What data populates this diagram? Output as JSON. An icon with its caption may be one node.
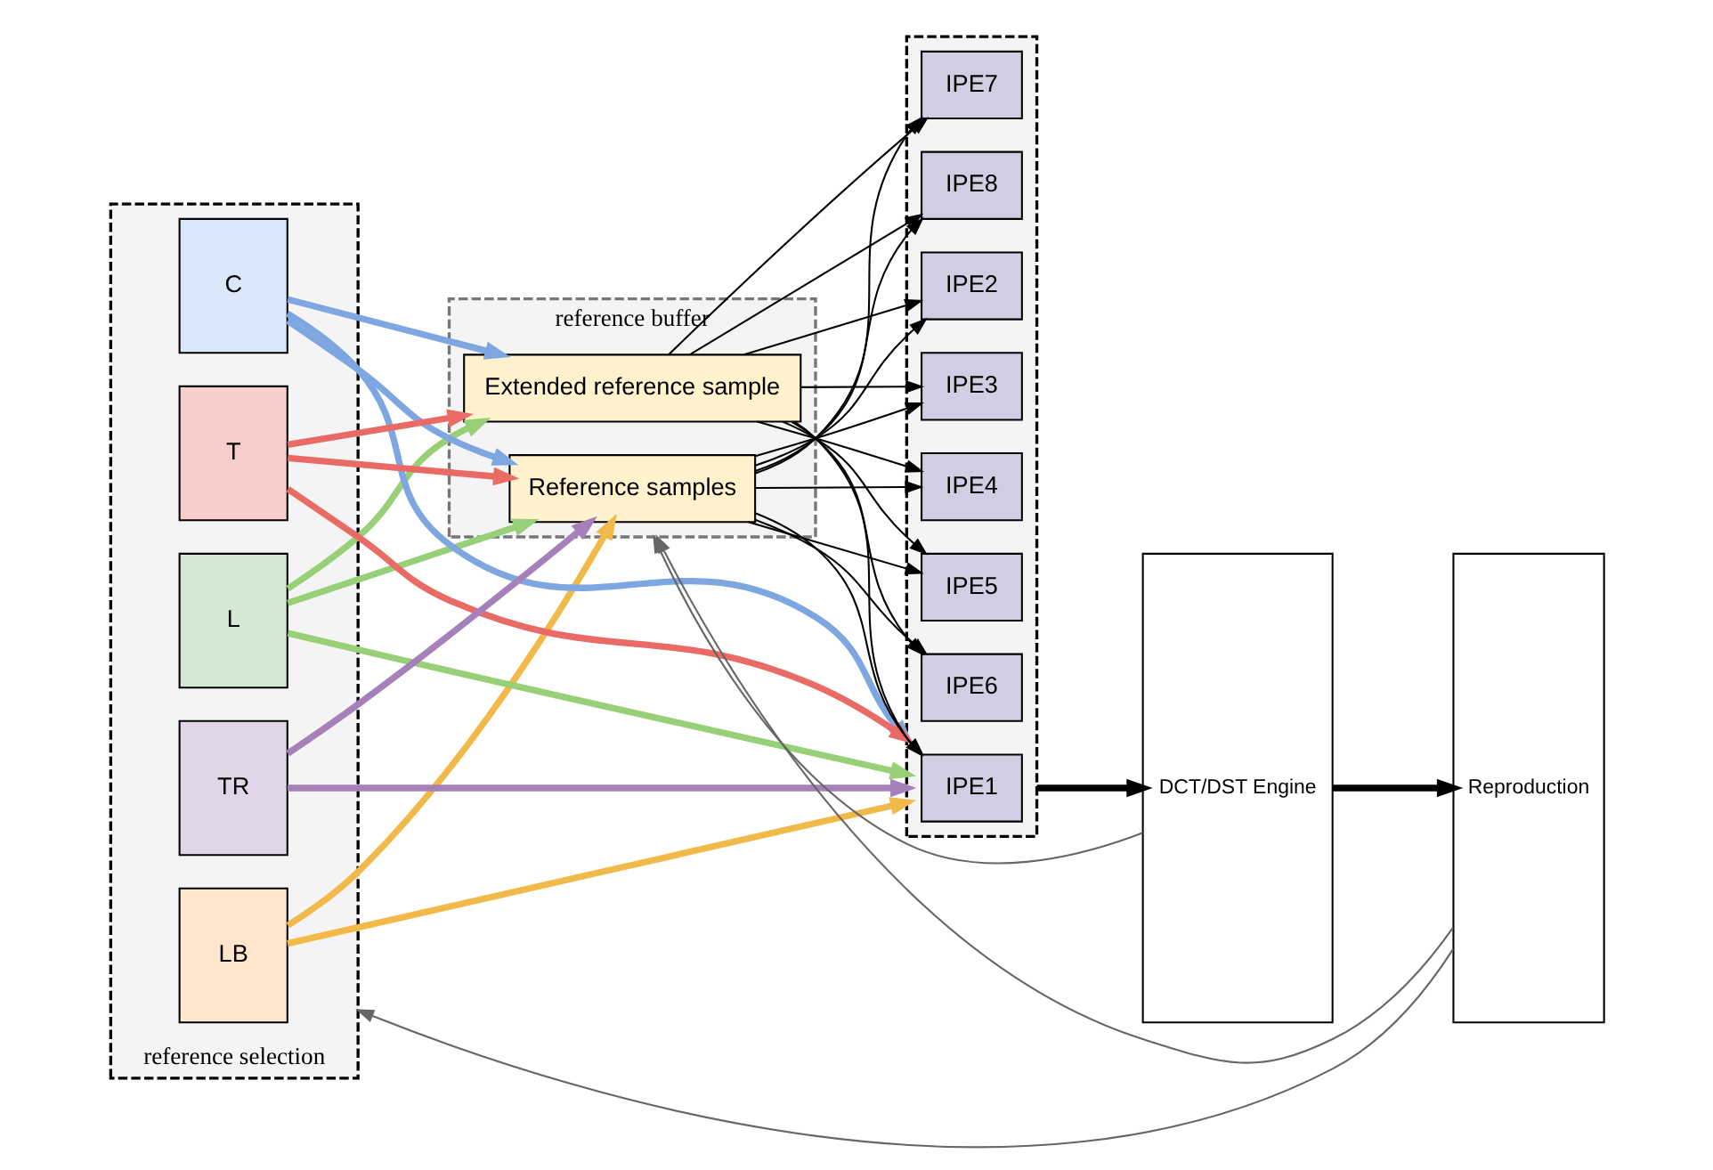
{
  "diagram": {
    "nodes": [
      {
        "text": [
          "reference selection"
        ]
      },
      {
        "text": [
          "LB"
        ],
        "in": 0
      },
      {
        "text": [
          "L"
        ],
        "in": 0
      },
      {
        "text": [
          "C"
        ],
        "in": 0
      },
      {
        "text": [
          "T"
        ],
        "in": 0
      },
      {
        "text": [
          "TR"
        ],
        "in": 0
      },
      {
        "text": [
          "reference buffer"
        ]
      },
      {
        "text": [
          "Reference samples"
        ],
        "in": 6
      },
      {
        "text": [
          "Extended reference sample"
        ],
        "in": 6
      },
      {
        "text": [],
        "shape": "box"
      },
      {
        "text": [
          "IPE1"
        ],
        "in": 9
      },
      {
        "text": [
          "IPE2"
        ],
        "in": 9
      },
      {
        "text": [
          "IPE3"
        ],
        "in": 9
      },
      {
        "text": [
          "IPE4"
        ],
        "in": 9
      },
      {
        "text": [
          "IPE5"
        ],
        "in": 9
      },
      {
        "text": [
          "IPE6"
        ],
        "in": 9
      },
      {
        "text": [
          "IPE7"
        ],
        "in": 9
      },
      {
        "text": [
          "IPE8"
        ],
        "in": 9
      },
      {
        "text": [
          "DCT/DST Engine"
        ]
      },
      {
        "text": [
          "Reproduction"
        ]
      }
    ],
    "edges": [
      {
        "from": 1,
        "to": 9,
        "arrow": "to",
        "style": "thick",
        "color": "#f0b94a"
      },
      {
        "from": 1,
        "to": 7,
        "arrow": "to",
        "style": "thick",
        "color": "#f0b94a"
      },
      {
        "from": 2,
        "to": 7,
        "arrow": "to",
        "style": "thick",
        "color": "#97d077"
      },
      {
        "from": 2,
        "to": 9,
        "arrow": "to",
        "style": "thick",
        "color": "#97d077"
      },
      {
        "from": 2,
        "to": 8,
        "arrow": "to",
        "style": "thick",
        "color": "#97d077"
      },
      {
        "from": 3,
        "to": 7,
        "arrow": "to",
        "style": "thick",
        "color": "#7ea6e0"
      },
      {
        "from": 3,
        "to": 9,
        "arrow": "to",
        "style": "thick",
        "color": "#7ea6e0"
      },
      {
        "from": 3,
        "to": 8,
        "arrow": "to",
        "style": "thick",
        "color": "#7ea6e0"
      },
      {
        "from": 4,
        "to": 7,
        "arrow": "to",
        "style": "thick",
        "color": "#ea6b66"
      },
      {
        "from": 4,
        "to": 9,
        "arrow": "to",
        "style": "thick",
        "color": "#ea6b66"
      },
      {
        "from": 4,
        "to": 8,
        "arrow": "to",
        "style": "thick",
        "color": "#ea6b66"
      },
      {
        "from": 5,
        "to": 7,
        "arrow": "to",
        "style": "thick",
        "color": "#a680b8"
      },
      {
        "from": 5,
        "to": 9,
        "arrow": "to",
        "style": "thick",
        "color": "#a680b8"
      },
      {
        "from": 7,
        "to": 10,
        "arrow": "to"
      },
      {
        "from": 7,
        "to": 11,
        "arrow": "to"
      },
      {
        "from": 7,
        "to": 12,
        "arrow": "to"
      },
      {
        "from": 7,
        "to": 13,
        "arrow": "to"
      },
      {
        "from": 7,
        "to": 14,
        "arrow": "to"
      },
      {
        "from": 7,
        "to": 15,
        "arrow": "to"
      },
      {
        "from": 7,
        "to": 16,
        "arrow": "to"
      },
      {
        "from": 7,
        "to": 17,
        "arrow": "to"
      },
      {
        "from": 8,
        "to": 10,
        "arrow": "to"
      },
      {
        "from": 8,
        "to": 11,
        "arrow": "to"
      },
      {
        "from": 8,
        "to": 12,
        "arrow": "to"
      },
      {
        "from": 8,
        "to": 13,
        "arrow": "to"
      },
      {
        "from": 8,
        "to": 14,
        "arrow": "to"
      },
      {
        "from": 8,
        "to": 15,
        "arrow": "to"
      },
      {
        "from": 8,
        "to": 16,
        "arrow": "to"
      },
      {
        "from": 8,
        "to": 17,
        "arrow": "to"
      },
      {
        "from": 9,
        "to": 18,
        "arrow": "to",
        "style": "thick"
      },
      {
        "from": 18,
        "to": 19,
        "arrow": "to",
        "style": "thick"
      },
      {
        "from": 19,
        "to": 0,
        "arrow": "to",
        "color": "#666666"
      },
      {
        "from": 19,
        "to": 6,
        "arrow": "to",
        "color": "#666666"
      },
      {
        "from": 18,
        "to": 6,
        "arrow": "to",
        "color": "#666666"
      }
    ]
  }
}
